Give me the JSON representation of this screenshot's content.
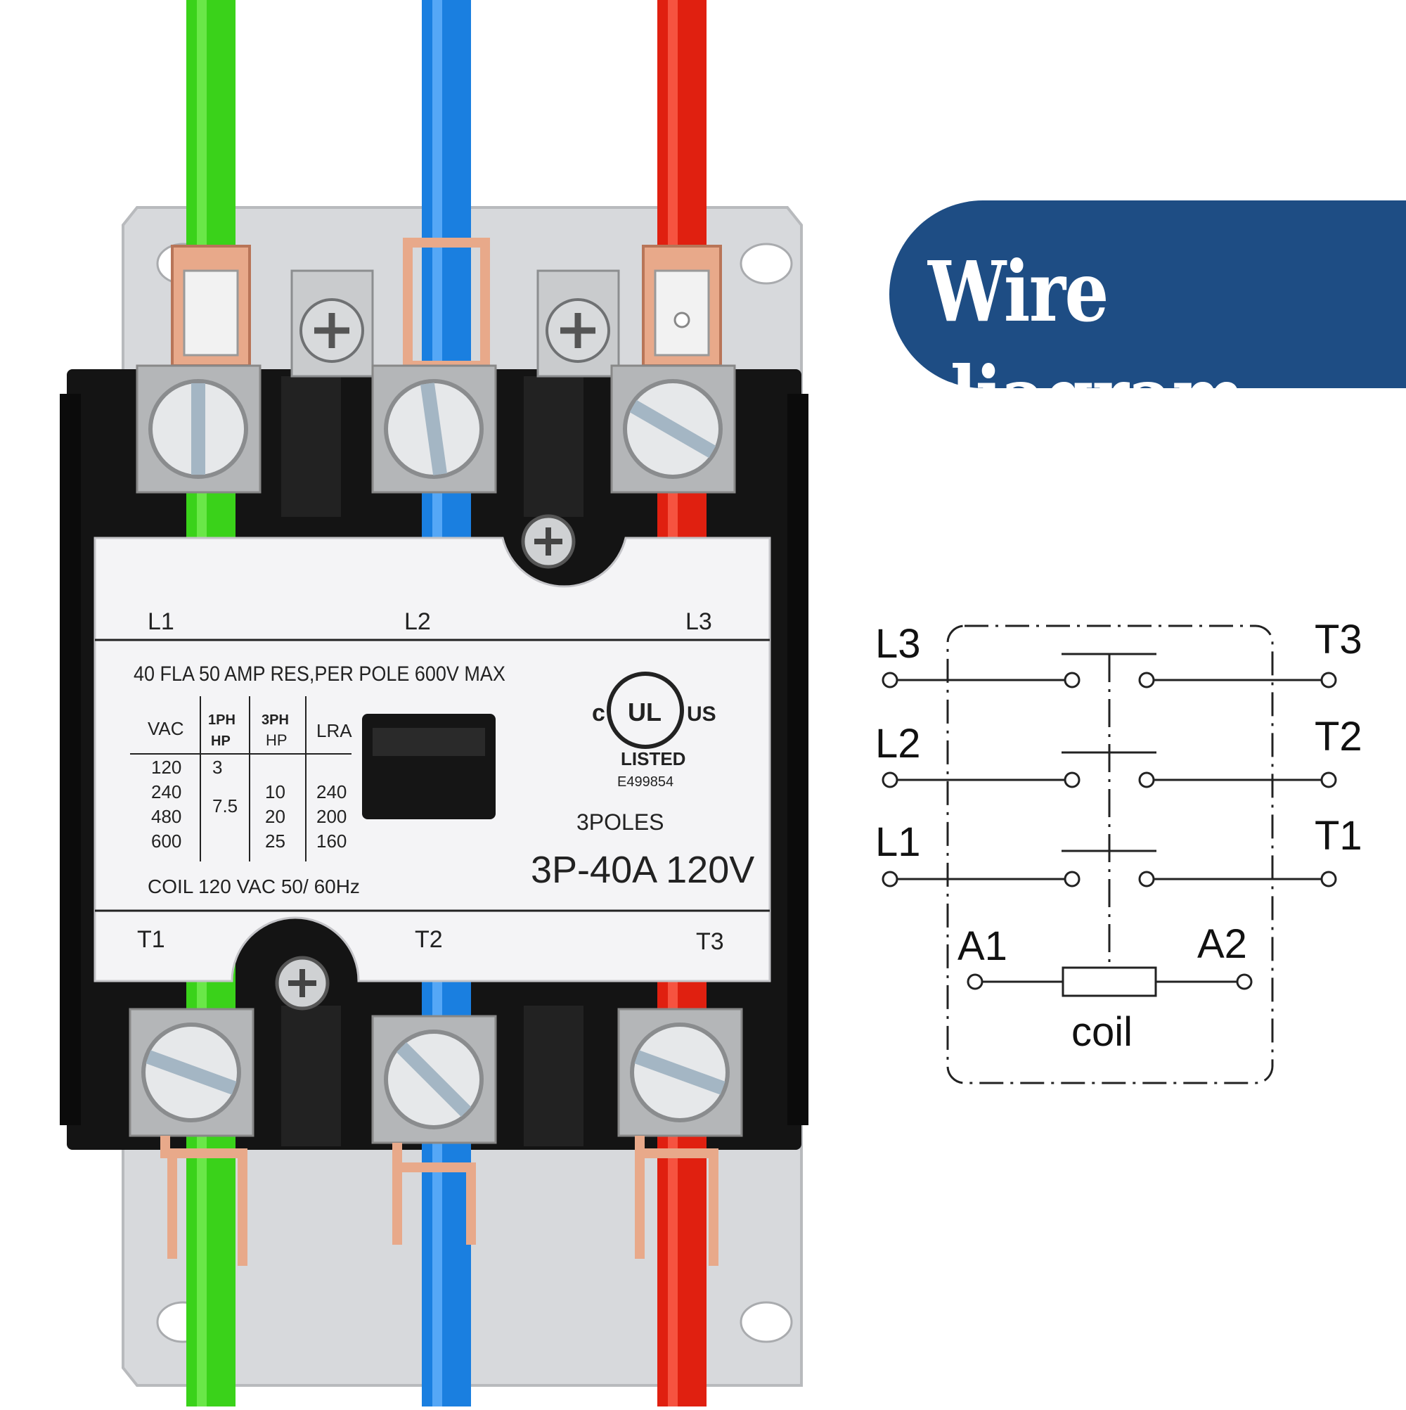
{
  "banner": {
    "title": "Wire diagram"
  },
  "colors": {
    "wire_green": "#3ad21a",
    "wire_blue": "#1a7fe0",
    "wire_red": "#e02010",
    "banner_bg": "#1e4d84",
    "copper": "#e8a98a",
    "body_black": "#141414"
  },
  "contactor_label": {
    "line_terminals": [
      "L1",
      "L2",
      "L3"
    ],
    "load_terminals": [
      "T1",
      "T2",
      "T3"
    ],
    "rating_line": "40 FLA 50 AMP RES,PER  POLE 600V MAX",
    "table": {
      "headers": [
        "VAC",
        "1PH HP",
        "3PH HP",
        "LRA"
      ],
      "vac": [
        "120",
        "240",
        "480",
        "600"
      ],
      "hp_1ph": [
        "3",
        "7.5"
      ],
      "hp_3ph": [
        "10",
        "20",
        "25"
      ],
      "lra": [
        "240",
        "200",
        "160"
      ]
    },
    "coil_line": "COIL 120 VAC  50/ 60Hz",
    "cert": {
      "c": "c",
      "ul": "UL",
      "us": "US",
      "listed": "LISTED",
      "file": "E499854"
    },
    "poles": "3POLES",
    "model": "3P-40A 120V"
  },
  "schematic": {
    "left_labels": [
      "L3",
      "L2",
      "L1"
    ],
    "right_labels": [
      "T3",
      "T2",
      "T1"
    ],
    "coil_terminals": [
      "A1",
      "A2"
    ],
    "coil_label": "coil"
  }
}
